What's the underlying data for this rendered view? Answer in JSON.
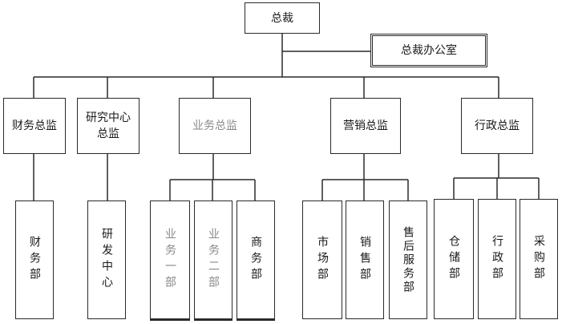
{
  "org": {
    "ceo": "总裁",
    "ceo_office": "总裁办公室",
    "directors": [
      {
        "title": "财务总监",
        "departments": [
          "财务部"
        ]
      },
      {
        "title": "研究中心总监",
        "departments": [
          "研发中心"
        ]
      },
      {
        "title": "业务总监",
        "departments": [
          "业务一部",
          "业务二部",
          "商务部"
        ]
      },
      {
        "title": "营销总监",
        "departments": [
          "市场部",
          "销售部",
          "售后服务部"
        ]
      },
      {
        "title": "行政总监",
        "departments": [
          "仓储部",
          "行政部",
          "采购部"
        ]
      }
    ]
  }
}
